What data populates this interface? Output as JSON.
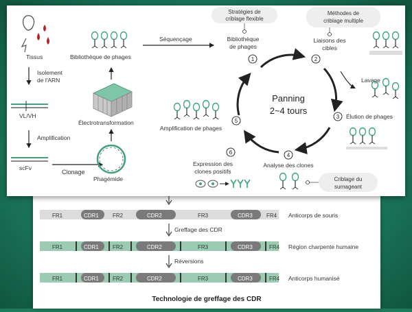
{
  "top": {
    "tissue": "Tissus",
    "rna_isolation": [
      "Isolement",
      "de l'ARN"
    ],
    "vlvh": "VL/VH",
    "amplification": "Amplification",
    "scfv": "scFv",
    "cloning": "Clonage",
    "phagemid": "Phagémide",
    "electrotransformation": "Électrotransformation",
    "phage_library": "Bibliothèque de phages",
    "sequencing": "Séquençage",
    "cycle_center": [
      "Panning",
      "2~4 tours"
    ],
    "bubble_flexible": [
      "Stratégies de",
      "criblage flexible"
    ],
    "bubble_multiple": [
      "Méthodes de",
      "criblage multiple"
    ],
    "bubble_supernatant": [
      "Criblage du",
      "surnageant"
    ],
    "wash": "Lavage",
    "steps": [
      {
        "num": "1",
        "label": [
          "Bibliothèque",
          "de phages"
        ]
      },
      {
        "num": "2",
        "label": [
          "Liaisons des",
          "cibles"
        ]
      },
      {
        "num": "3",
        "label": [
          "Élution de phages"
        ]
      },
      {
        "num": "4",
        "label": [
          "Analyse des clones"
        ]
      },
      {
        "num": "5",
        "label": [
          "Amplification de phages"
        ]
      },
      {
        "num": "6",
        "label": [
          "Expression des",
          "clones positifs"
        ]
      }
    ]
  },
  "bottom": {
    "rows": [
      {
        "segments": [
          "FR1",
          "CDR1",
          "FR2",
          "CDR2",
          "FR3",
          "CDR3",
          "FR4"
        ],
        "label": "Anticorps de souris",
        "style": "mouse"
      },
      {
        "segments": [
          "FR1",
          "CDR1",
          "FR2",
          "CDR2",
          "FR3",
          "CDR3",
          "FR4"
        ],
        "label": "Région charpente humaine",
        "style": "human"
      },
      {
        "segments": [
          "FR1",
          "CDR1",
          "FR2",
          "CDR2",
          "FR3",
          "CDR3",
          "FR4"
        ],
        "label": "Anticorps humanisé",
        "style": "humanized"
      }
    ],
    "step_labels": [
      "Greffage des CDR",
      "Réversions"
    ],
    "caption": "Technologie de greffage des CDR"
  },
  "colors": {
    "frame": "#1f7a5c",
    "mouse_fr": "#dcdcdc",
    "human_fr": "#9ccbb4",
    "cdr": "#7a7a7a",
    "phage_green": "#3fa37a"
  }
}
